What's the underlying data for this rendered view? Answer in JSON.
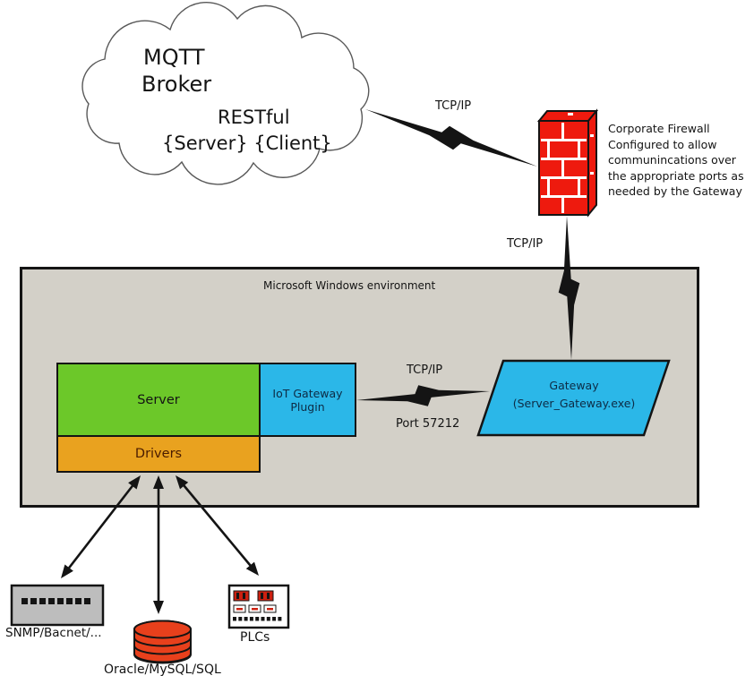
{
  "colors": {
    "ink": "#141414",
    "green": "#6cc829",
    "cyan": "#2bb7e8",
    "orange": "#e9a21f",
    "envgray": "#d3d0c8",
    "snmpgray": "#bdbdbd",
    "fwred": "#ee1a0e",
    "dbred": "#e8401c",
    "navy": "#0d2b45",
    "maroon": "#4a1c00"
  },
  "cloud": {
    "line1": "MQTT",
    "line2": "Broker",
    "line3": "RESTful",
    "line4": "{Server} {Client}"
  },
  "firewall": {
    "note": "Corporate Firewall\nConfigured to allow\ncommunincations over\nthe appropriate ports as\nneeded by the Gateway"
  },
  "links": {
    "cloud_firewall": "TCP/IP",
    "firewall_gateway": "TCP/IP",
    "plugin_gateway": "TCP/IP",
    "plugin_gateway_port": "Port 57212"
  },
  "environment": {
    "title": "Microsoft Windows environment",
    "server": "Server",
    "plugin": "IoT Gateway Plugin",
    "drivers": "Drivers",
    "gateway_line1": "Gateway",
    "gateway_line2": "(Server_Gateway.exe)"
  },
  "devices": {
    "snmp": "SNMP/Bacnet/...",
    "database": "Oracle/MySQL/SQL",
    "plc": "PLCs"
  }
}
